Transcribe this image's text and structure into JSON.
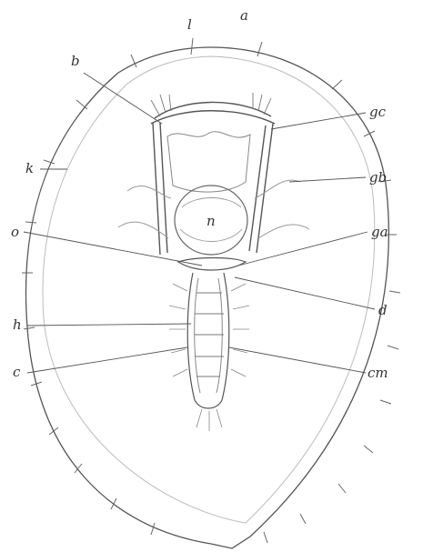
{
  "figure": {
    "labels": {
      "l": "l",
      "a": "a",
      "b": "b",
      "gc": "gc",
      "k": "k",
      "gb": "gb",
      "o": "o",
      "n": "n",
      "ga": "ga",
      "d": "d",
      "h": "h",
      "c": "c",
      "cm": "cm"
    },
    "colors": {
      "ink": "#555555",
      "faint": "#9a9a9a",
      "paper": "#ffffff"
    }
  }
}
